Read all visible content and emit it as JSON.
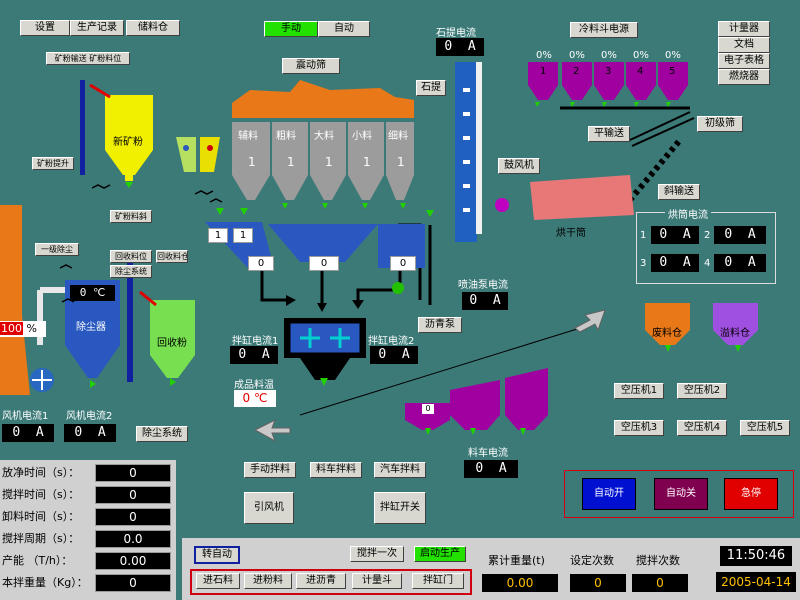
{
  "top_menu": {
    "settings": "设置",
    "production_log": "生产记录",
    "storage": "储料仓"
  },
  "mode": {
    "manual": "手动",
    "auto": "自动"
  },
  "right_menu": [
    "计量器",
    "文档",
    "电子表格",
    "燃烧器"
  ],
  "small_labels": {
    "a": "矿粉输送",
    "b": "矿粉料位",
    "c": "矿粉提升",
    "d": "矿粉料斜",
    "e": "一级除尘",
    "f": "回收料位",
    "g": "回收料仓",
    "h": "除尘系统"
  },
  "vibrating_screen": "震动筛",
  "stone_elevator_current": {
    "label": "石提电流",
    "value": "0",
    "unit": "A"
  },
  "stone_lift": "石提",
  "cold_hopper": {
    "title": "冷料斗电源",
    "percent": [
      "0%",
      "0%",
      "0%",
      "0%",
      "0%"
    ],
    "numbers": [
      "1",
      "2",
      "3",
      "4",
      "5"
    ]
  },
  "flat_conveyor": "平输送",
  "initial_screen": "初级筛",
  "inclined_conveyor": "斜输送",
  "induced_fan": "鼓风机",
  "dryer": "烘干筒",
  "new_mineral_powder": "新矿粉",
  "bins": [
    {
      "name": "辅料",
      "count": "1"
    },
    {
      "name": "粗料",
      "count": "1"
    },
    {
      "name": "大料",
      "count": "1"
    },
    {
      "name": "小料",
      "count": "1"
    },
    {
      "name": "细料",
      "count": "1"
    }
  ],
  "scale_values": [
    "1",
    "1",
    "0",
    "0",
    "0"
  ],
  "dryer_current": {
    "title": "烘筒电流",
    "rows": [
      {
        "n": "1",
        "v": "0",
        "u": "A"
      },
      {
        "n": "2",
        "v": "0",
        "u": "A"
      },
      {
        "n": "3",
        "v": "0",
        "u": "A"
      },
      {
        "n": "4",
        "v": "0",
        "u": "A"
      }
    ]
  },
  "dust_collector": {
    "temp": "0",
    "unit": "℃",
    "name": "除尘器"
  },
  "percent_box": {
    "value": "100",
    "unit": "%"
  },
  "recycled_powder": "回收粉",
  "spray_pump_current": {
    "label": "喷油泵电流",
    "value": "0",
    "unit": "A"
  },
  "asphalt_pump": "沥青泵",
  "mixer_current1": {
    "label": "拌缸电流1",
    "value": "0",
    "unit": "A"
  },
  "mixer_current2": {
    "label": "拌缸电流2",
    "value": "0",
    "unit": "A"
  },
  "product_temp": {
    "label": "成品料温",
    "value": "0",
    "unit": "℃"
  },
  "waste_bin": "废料仓",
  "overflow_bin": "溢料仓",
  "air_compressors": [
    "空压机1",
    "空压机2",
    "空压机3",
    "空压机4",
    "空压机5"
  ],
  "fan_current1": {
    "label": "风机电流1",
    "value": "0",
    "unit": "A"
  },
  "fan_current2": {
    "label": "风机电流2",
    "value": "0",
    "unit": "A"
  },
  "dust_system": "除尘系统",
  "truck_current": {
    "label": "料车电流",
    "value": "0",
    "unit": "A"
  },
  "truck_display": "0",
  "controls": {
    "manual_mix": "手动拌料",
    "cart_mix": "料车拌料",
    "truck_mix": "汽车拌料",
    "induced_fan": "引风机",
    "mixer_door": "拌缸开关"
  },
  "auto_buttons": {
    "on": "自动开",
    "off": "自动关",
    "stop": "急停"
  },
  "params": [
    {
      "label": "放净时间（s）：",
      "value": "0"
    },
    {
      "label": "搅拌时间（s）：",
      "value": "0"
    },
    {
      "label": "卸料时间（s）：",
      "value": "0"
    },
    {
      "label": "搅拌周期（s）：",
      "value": "0.0"
    },
    {
      "label": "产能  （T/h）：",
      "value": "0.00"
    },
    {
      "label": "本拌重量（Kg）：",
      "value": "0"
    }
  ],
  "bottom": {
    "switch_auto": "转自动",
    "mix_once": "搅拌一次",
    "auto_production": "启动生产",
    "feed_stone": "进石料",
    "feed_powder": "进粉料",
    "feed_asphalt": "进沥青",
    "meter": "计量斗",
    "mixer_gate": "拌缸门"
  },
  "stats": {
    "total_weight_label": "累计重量(t)",
    "total_weight": "0.00",
    "set_count_label": "设定次数",
    "set_count": "0",
    "mix_count_label": "搅拌次数",
    "mix_count": "0"
  },
  "clock": {
    "time": "11:50:46",
    "date": "2005-04-14"
  },
  "colors": {
    "background": "#3c7a78",
    "hopper": "#a000a0",
    "bin": "#9c9c9c",
    "orange": "#e87818",
    "dust": "#2858c0"
  }
}
